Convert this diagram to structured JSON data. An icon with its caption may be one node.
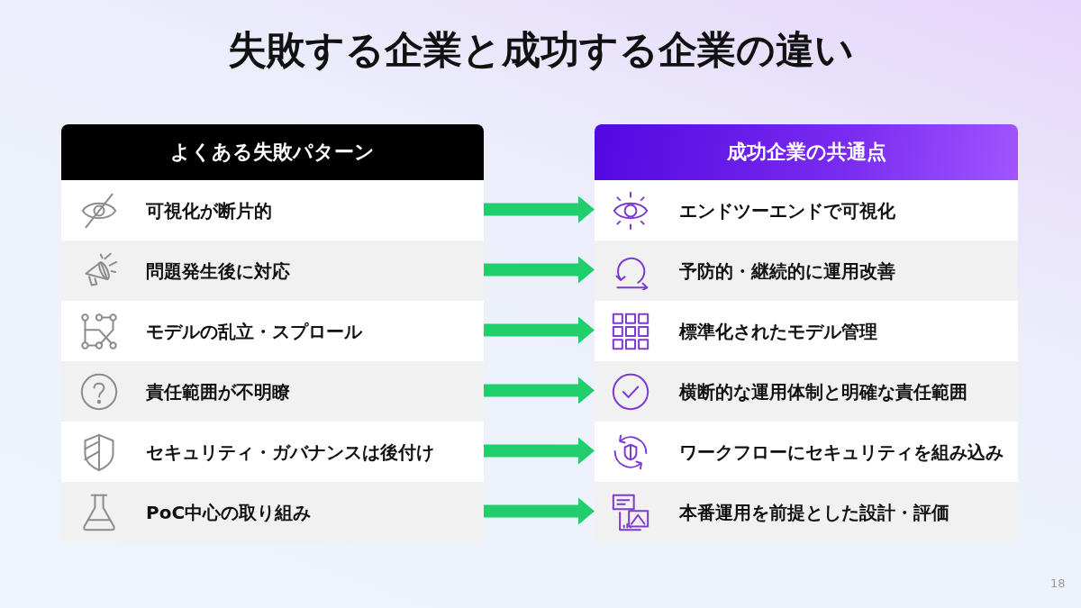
{
  "diagram": {
    "title": "失敗する企業と成功する企業の違い",
    "nodes": [
      {
        "text": [
          "よくある失敗パターン"
        ]
      },
      {
        "text": [
          "可視化が断片的"
        ]
      },
      {
        "text": [
          "問題発生後に対応"
        ]
      },
      {
        "text": [
          "モデルの乱立・スプロール"
        ]
      },
      {
        "text": [
          "責任範囲が不明瞭"
        ]
      },
      {
        "text": [
          "セキュリティ・ガバナンスは後付け"
        ]
      },
      {
        "text": [
          "PoC中心の取り組み"
        ]
      },
      {
        "text": [
          "成功企業の共通点"
        ]
      },
      {
        "text": [
          "エンドツーエンドで可視化"
        ]
      },
      {
        "text": [
          "予防的・継続的に運用改善"
        ]
      },
      {
        "text": [
          "標準化されたモデル管理"
        ]
      },
      {
        "text": [
          "横断的な運用体制と明確な責任範囲"
        ]
      },
      {
        "text": [
          "ワークフローにセキュリティを組み込み"
        ]
      },
      {
        "text": [
          "本番運用を前提とした設計・評価"
        ]
      }
    ],
    "edges": [
      {
        "from": 1,
        "to": 8,
        "arrow": "to"
      },
      {
        "from": 2,
        "to": 9,
        "arrow": "to"
      },
      {
        "from": 3,
        "to": 10,
        "arrow": "to"
      },
      {
        "from": 4,
        "to": 11,
        "arrow": "to"
      },
      {
        "from": 5,
        "to": 12,
        "arrow": "to"
      },
      {
        "from": 6,
        "to": 13,
        "arrow": "to"
      }
    ],
    "labels": [
      "18"
    ]
  }
}
